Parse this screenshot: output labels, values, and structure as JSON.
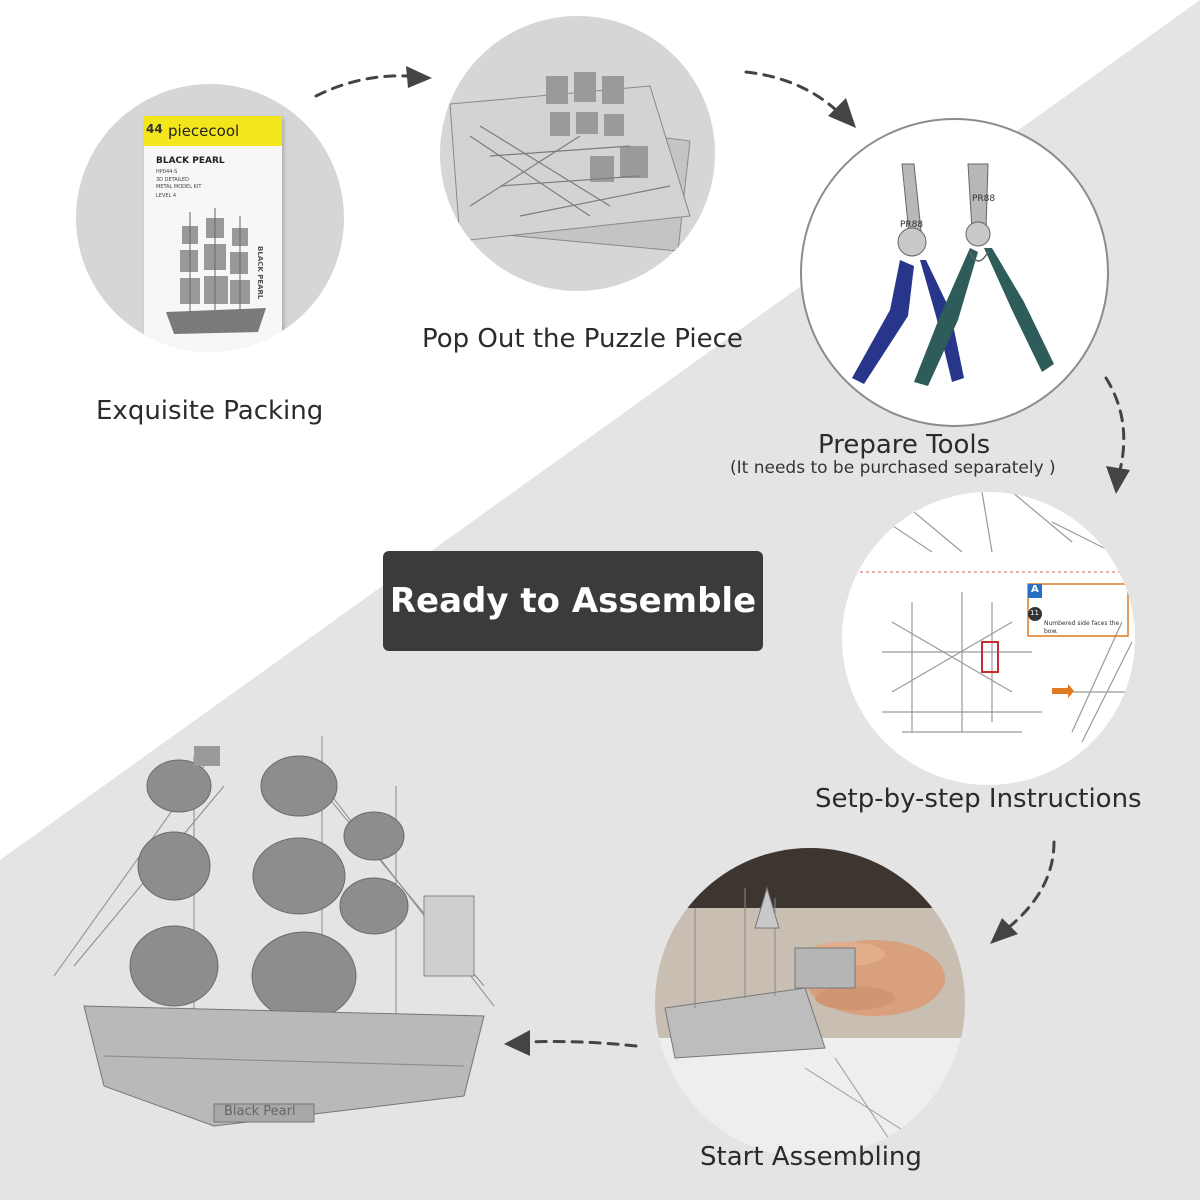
{
  "banner": {
    "title": "Ready to Assemble"
  },
  "steps": [
    {
      "label": "Exquisite Packing"
    },
    {
      "label": "Pop Out the Puzzle Piece"
    },
    {
      "label": "Prepare Tools",
      "note": "(It needs to be purchased separately  )"
    },
    {
      "label": "Setp-by-step Instructions"
    },
    {
      "label": "Start Assembling"
    }
  ],
  "box": {
    "brand": "piececool",
    "model_name": "BLACK PEARL",
    "code": "HP044-S",
    "desc_line1": "3D DETAILED",
    "desc_line2": "METAL MODEL KIT",
    "level": "LEVEL 4",
    "side_text": "BLACK PEARL",
    "number": "44"
  },
  "tools": {
    "brand_text": "PR88"
  },
  "instructions": {
    "step_letter": "A",
    "step_number": "11",
    "caption": "Numbered side faces the bow."
  },
  "ship": {
    "stand_text": "Black Pearl"
  },
  "colors": {
    "banner_bg": "#3b3b3b",
    "diagonal_bg": "#e5e5e5",
    "circle_bg": "#d7d7d7",
    "plier_blue": "#27368a",
    "plier_teal": "#2d5c5a",
    "box_yellow": "#f3e61c"
  }
}
